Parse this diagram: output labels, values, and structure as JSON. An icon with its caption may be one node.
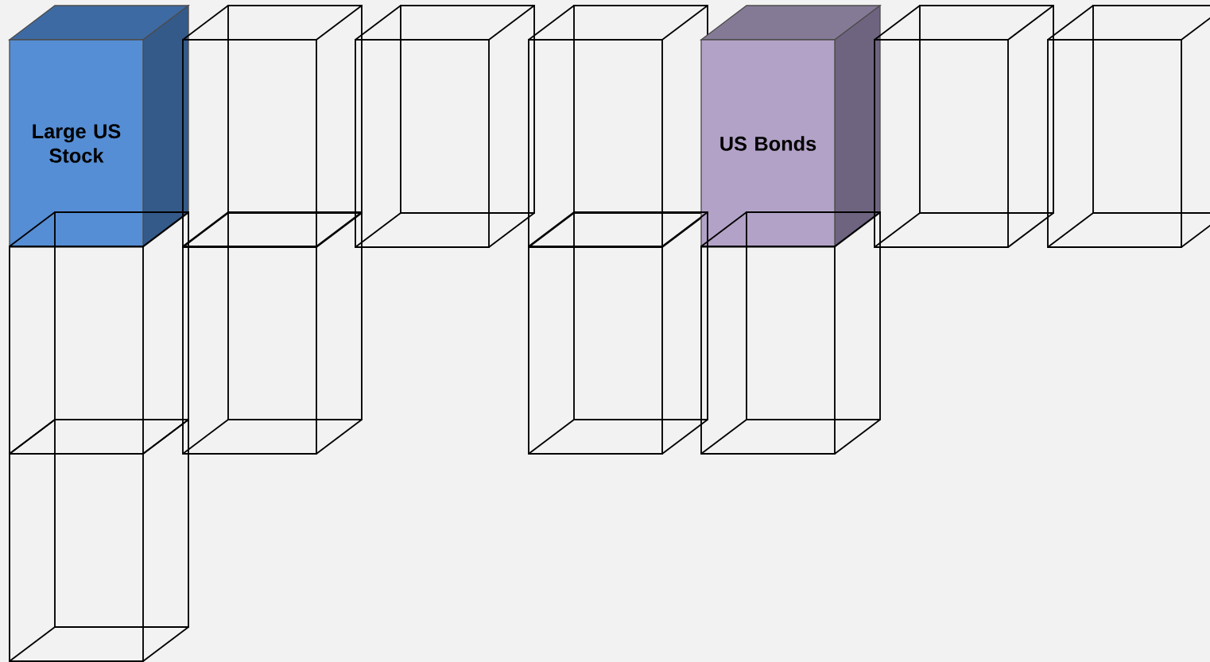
{
  "diagram": {
    "nodes": [
      {
        "text": [
          "Large US Stock"
        ]
      },
      {
        "text": [],
        "shape": "box"
      },
      {
        "text": [],
        "shape": "box"
      },
      {
        "text": [],
        "shape": "box"
      },
      {
        "text": [
          "US Bonds"
        ]
      },
      {
        "text": [],
        "shape": "box"
      },
      {
        "text": [],
        "shape": "box"
      },
      {
        "text": [],
        "shape": "box"
      },
      {
        "text": [],
        "shape": "box"
      },
      {
        "text": [],
        "shape": "box"
      },
      {
        "text": [],
        "shape": "box"
      },
      {
        "text": [],
        "shape": "box"
      }
    ]
  }
}
